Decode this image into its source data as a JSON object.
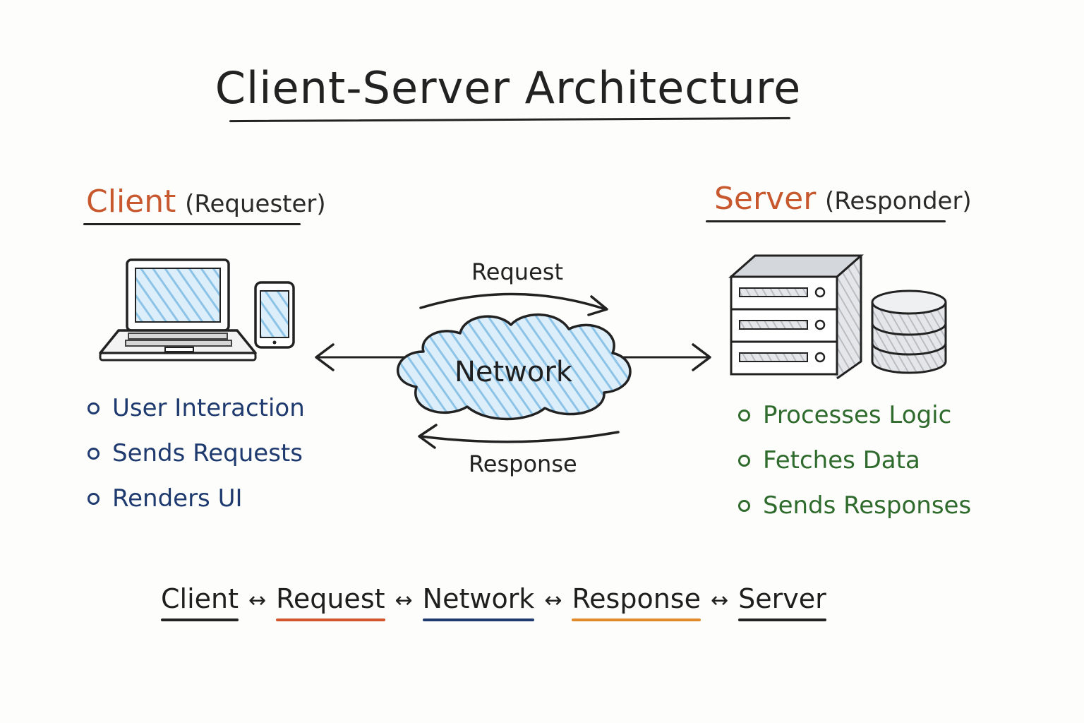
{
  "title": "Client-Server Architecture",
  "client": {
    "heading": "Client",
    "role": "(Requester)",
    "bullets": [
      "User Interaction",
      "Sends Requests",
      "Renders UI"
    ]
  },
  "server": {
    "heading": "Server",
    "role": "(Responder)",
    "bullets": [
      "Processes Logic",
      "Fetches Data",
      "Sends Responses"
    ]
  },
  "network": {
    "label": "Network",
    "request_label": "Request",
    "response_label": "Response"
  },
  "flow": {
    "items": [
      "Client",
      "Request",
      "Network",
      "Response",
      "Server"
    ],
    "separator": "↔",
    "underline_colors": [
      "#222222",
      "#d2552e",
      "#1e3a6e",
      "#e08a2a",
      "#222222"
    ]
  },
  "colors": {
    "heading_accent": "#c8582e",
    "client_bullets": "#1e3a6e",
    "server_bullets": "#2f6b2c",
    "cloud_fill": "#a9d2ec"
  }
}
